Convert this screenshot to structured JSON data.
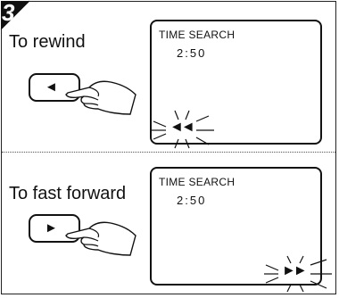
{
  "step": {
    "number": "3"
  },
  "sections": [
    {
      "label": "To rewind",
      "button_glyph": "◄",
      "screen_title": "TIME SEARCH",
      "screen_time": "2:50",
      "indicator": "◄◄"
    },
    {
      "label": "To fast forward",
      "button_glyph": "►",
      "screen_title": "TIME SEARCH",
      "screen_time": "2:50",
      "indicator": "►►"
    }
  ]
}
